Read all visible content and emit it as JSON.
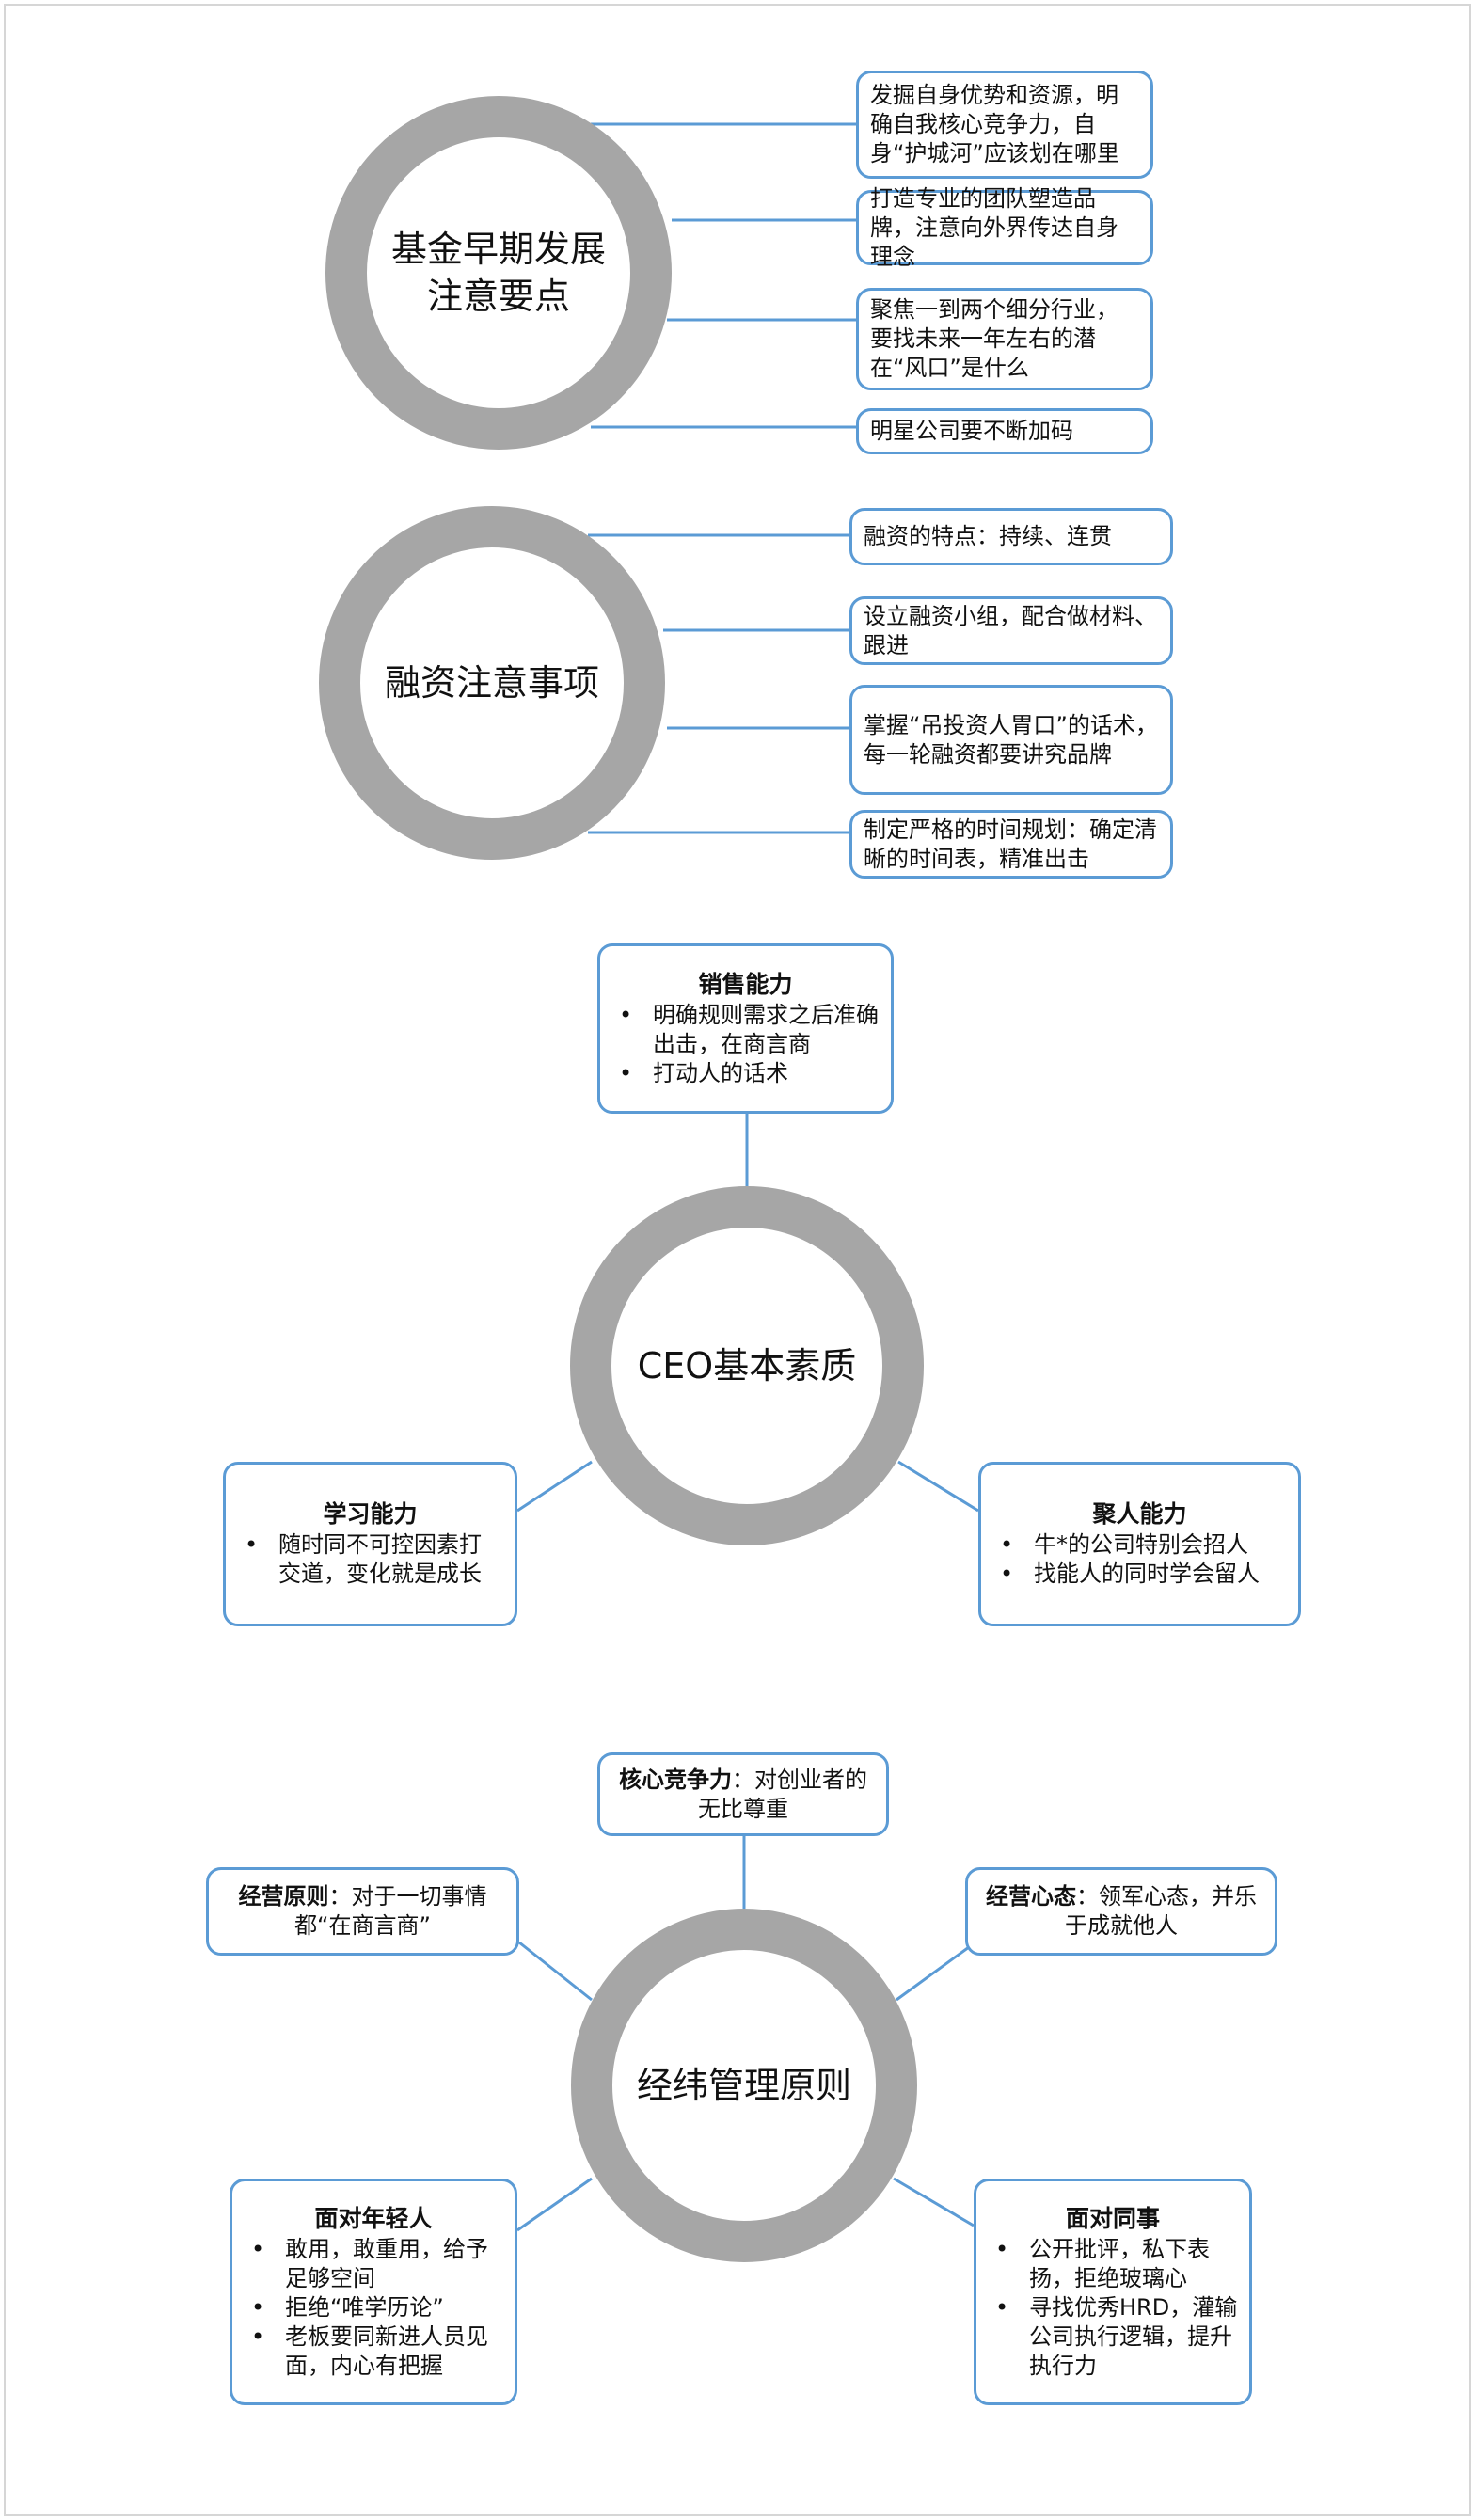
{
  "colors": {
    "ring": "#a6a6a6",
    "box_border": "#5b9bd5",
    "line": "#5b9bd5"
  },
  "section1": {
    "title_line1": "基金早期发展",
    "title_line2": "注意要点",
    "items": [
      "发掘自身优势和资源，明确自我核心竞争力，自身“护城河”应该划在哪里",
      "打造专业的团队塑造品牌，注意向外界传达自身理念",
      "聚焦一到两个细分行业，要找未来一年左右的潜在“风口”是什么",
      "明星公司要不断加码"
    ]
  },
  "section2": {
    "title": "融资注意事项",
    "items": [
      "融资的特点：持续、连贯",
      "设立融资小组，配合做材料、跟进",
      "掌握“吊投资人胃口”的话术，每一轮融资都要讲究品牌",
      "制定严格的时间规划：确定清晰的时间表，精准出击"
    ]
  },
  "section3": {
    "title": "CEO基本素质",
    "sales": {
      "heading": "销售能力",
      "bullets": [
        "明确规则需求之后准确出击，在商言商",
        "打动人的话术"
      ]
    },
    "learning": {
      "heading": "学习能力",
      "bullets": [
        "随时同不可控因素打交道，变化就是成长"
      ]
    },
    "people": {
      "heading": "聚人能力",
      "bullets": [
        "牛*的公司特别会招人",
        "找能人的同时学会留人"
      ]
    }
  },
  "section4": {
    "title": "经纬管理原则",
    "core": {
      "bold": "核心竞争力",
      "text": "：对创业者的无比尊重"
    },
    "principle": {
      "bold": "经营原则",
      "text": "：对于一切事情都“在商言商”"
    },
    "mindset": {
      "bold": "经营心态",
      "text": "：领军心态，并乐于成就他人"
    },
    "youth": {
      "heading": "面对年轻人",
      "bullets": [
        "敢用，敢重用，给予足够空间",
        "拒绝“唯学历论”",
        "老板要同新进人员见面，内心有把握"
      ]
    },
    "peers": {
      "heading": "面对同事",
      "bullets": [
        "公开批评，私下表扬，拒绝玻璃心",
        "寻找优秀HRD，灌输公司执行逻辑，提升执行力"
      ]
    }
  }
}
